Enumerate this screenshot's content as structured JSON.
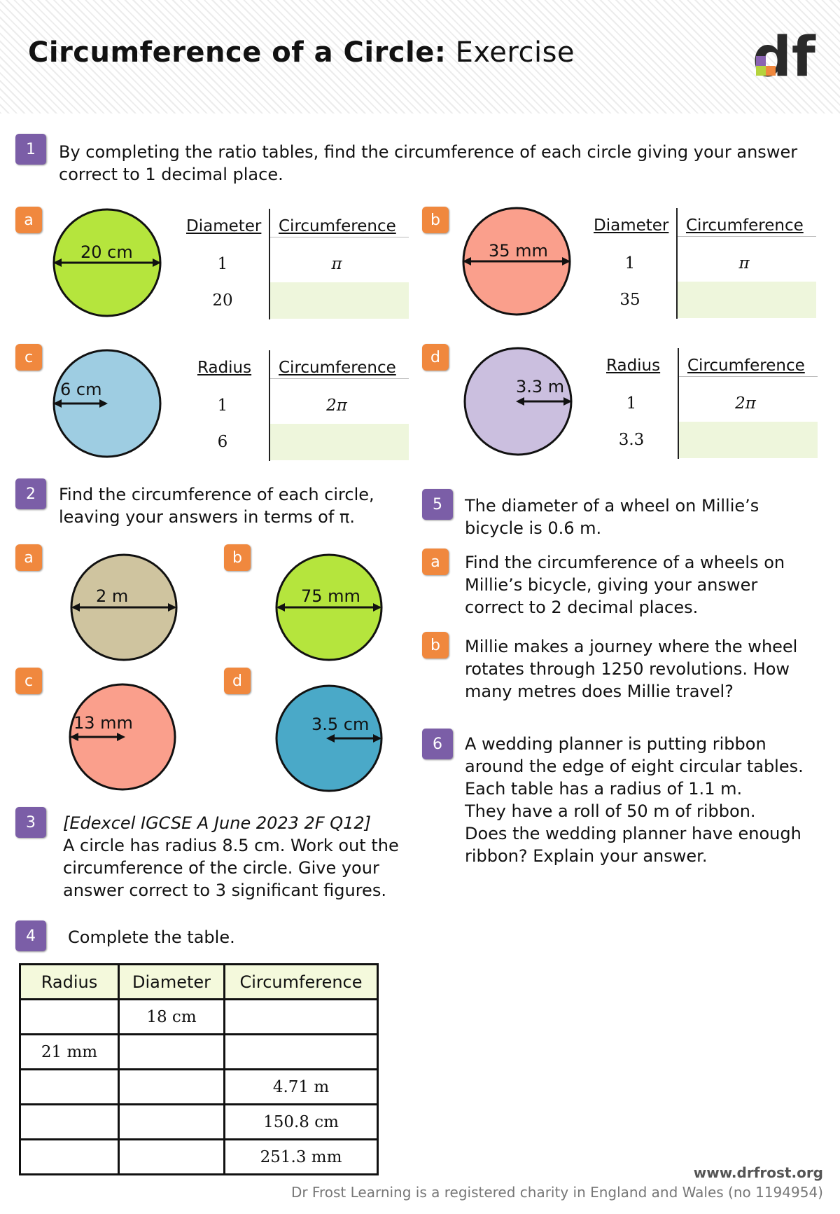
{
  "header": {
    "title_bold": "Circumference of a Circle:",
    "title_rest": " Exercise"
  },
  "q1": {
    "num": "1",
    "text": "By completing the ratio tables, find the circumference of each circle giving your answer correct to 1 decimal place.",
    "parts": [
      {
        "letter": "a",
        "label": "20 cm",
        "color": "#b5e53d",
        "h1": "Diameter",
        "h2": "Circumference",
        "r1c1": "1",
        "r1c2": "π",
        "r2c1": "20"
      },
      {
        "letter": "b",
        "label": "35 mm",
        "color": "#fa9f8c",
        "h1": "Diameter",
        "h2": "Circumference",
        "r1c1": "1",
        "r1c2": "π",
        "r2c1": "35"
      },
      {
        "letter": "c",
        "label": "6 cm",
        "color": "#9ecde2",
        "h1": "Radius",
        "h2": "Circumference",
        "r1c1": "1",
        "r1c2": "2π",
        "r2c1": "6"
      },
      {
        "letter": "d",
        "label": "3.3 m",
        "color": "#cbbfdf",
        "h1": "Radius",
        "h2": "Circumference",
        "r1c1": "1",
        "r1c2": "2π",
        "r2c1": "3.3"
      }
    ]
  },
  "q2": {
    "num": "2",
    "line1": "Find the circumference of each circle,",
    "line2": "leaving your answers in terms of π.",
    "parts": [
      {
        "letter": "a",
        "label": "2 m",
        "color": "#cfc49f"
      },
      {
        "letter": "b",
        "label": "75 mm",
        "color": "#b5e53d"
      },
      {
        "letter": "c",
        "label": "13 mm",
        "color": "#fa9f8c"
      },
      {
        "letter": "d",
        "label": "3.5 cm",
        "color": "#4aa9c8"
      }
    ]
  },
  "q3": {
    "num": "3",
    "ref": "[Edexcel IGCSE A June 2023 2F Q12]",
    "line1": "A circle has radius 8.5 cm. Work out the",
    "line2": "circumference of the circle. Give your",
    "line3": "answer correct to 3 significant figures."
  },
  "q4": {
    "num": "4",
    "text": "Complete the table.",
    "headers": [
      "Radius",
      "Diameter",
      "Circumference"
    ],
    "rows": [
      [
        "",
        "18 cm",
        ""
      ],
      [
        "21 mm",
        "",
        ""
      ],
      [
        "",
        "",
        "4.71 m"
      ],
      [
        "",
        "",
        "150.8 cm"
      ],
      [
        "",
        "",
        "251.3 mm"
      ]
    ]
  },
  "q5": {
    "num": "5",
    "line1": "The diameter of a wheel on Millie’s",
    "line2": "bicycle is 0.6 m.",
    "a_letter": "a",
    "a_line1": "Find the circumference of a wheels on",
    "a_line2": "Millie’s bicycle, giving your answer",
    "a_line3": "correct to 2 decimal places.",
    "b_letter": "b",
    "b_line1": "Millie makes a journey where the wheel",
    "b_line2": "rotates through 1250 revolutions. How",
    "b_line3": "many metres does Millie travel?"
  },
  "q6": {
    "num": "6",
    "line1": "A wedding planner is putting ribbon",
    "line2": "around the edge of eight circular tables.",
    "line3": "Each table has a radius of 1.1 m.",
    "line4": "They have a roll of 50 m of ribbon.",
    "line5": "Does the wedding planner have enough",
    "line6": "ribbon? Explain your answer."
  },
  "footer": {
    "url": "www.drfrost.org",
    "charity": "Dr Frost Learning is a registered charity in England and Wales (no 1194954)"
  },
  "colors": {
    "question_badge": "#7b5ea7",
    "part_badge": "#f0883e",
    "answer_cell": "#eef6dc"
  }
}
